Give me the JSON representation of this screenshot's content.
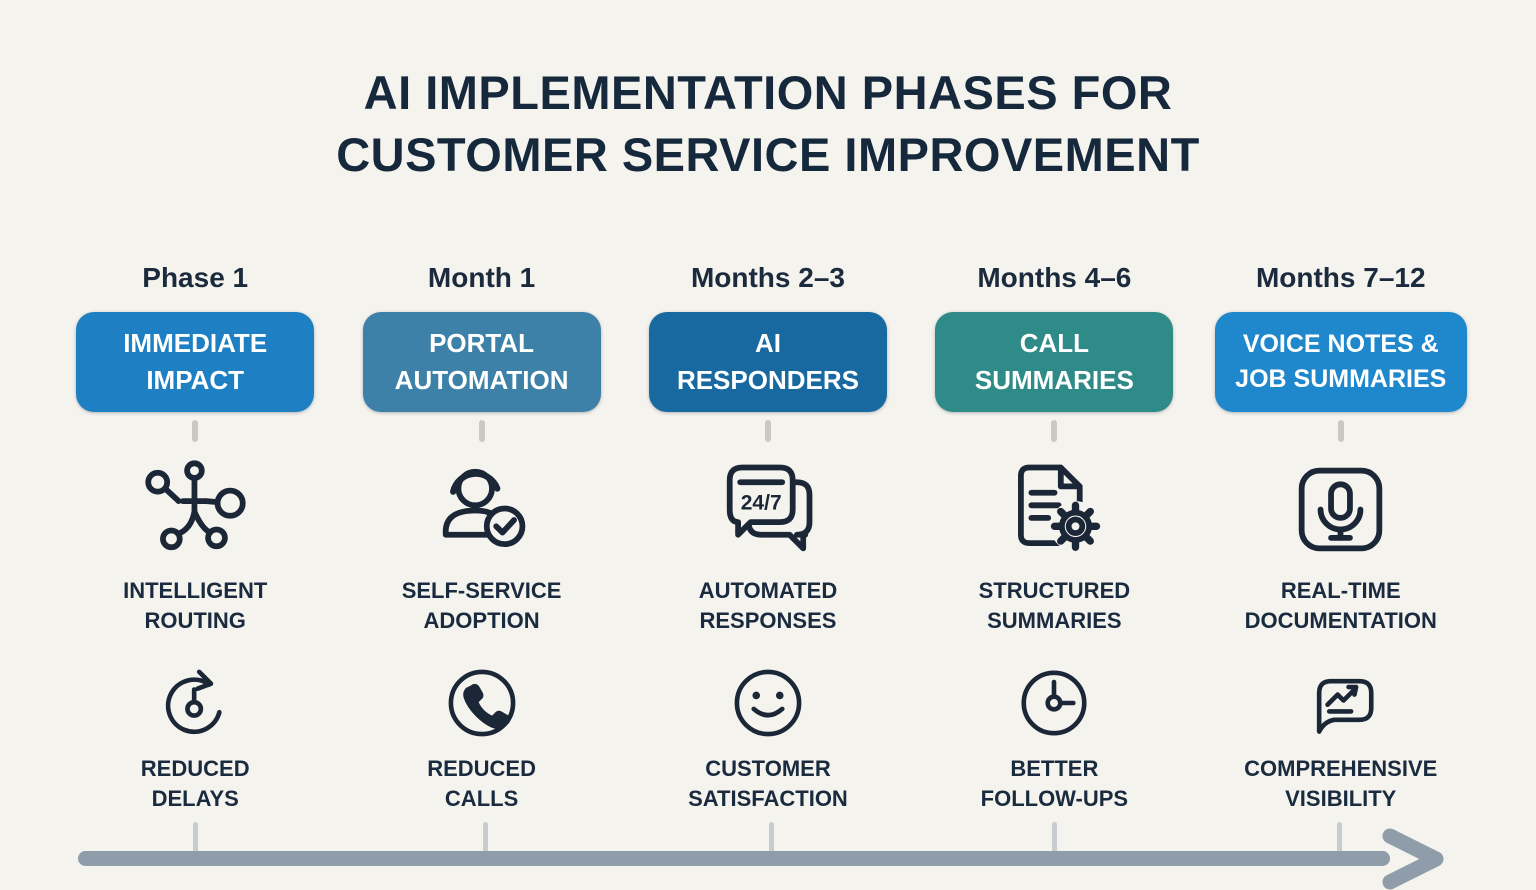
{
  "title": {
    "line1": "AI IMPLEMENTATION PHASES FOR",
    "line2": "CUSTOMER SERVICE IMPROVEMENT"
  },
  "colors": {
    "background": "#f5f3ee",
    "text_dark": "#16283c",
    "badge_text": "#ffffff",
    "icon_stroke": "#1b2736",
    "connector": "#c9c8c3",
    "timeline": "#8e9da9"
  },
  "columns": [
    {
      "period": "Phase 1",
      "badge_lines": [
        "IMMEDIATE",
        "IMPACT"
      ],
      "badge_color": "#1e80c2",
      "items": [
        {
          "icon": "network-routing-icon",
          "label_lines": [
            "INTELLIGENT",
            "ROUTING"
          ]
        },
        {
          "icon": "clock-refresh-icon",
          "label_lines": [
            "REDUCED",
            "DELAYS"
          ]
        }
      ]
    },
    {
      "period": "Month 1",
      "badge_lines": [
        "PORTAL",
        "AUTOMATION"
      ],
      "badge_color": "#3d80a8",
      "items": [
        {
          "icon": "headset-agent-check-icon",
          "label_lines": [
            "SELF-SERVICE",
            "ADOPTION"
          ]
        },
        {
          "icon": "phone-circle-icon",
          "label_lines": [
            "REDUCED",
            "CALLS"
          ]
        }
      ]
    },
    {
      "period": "Months 2–3",
      "badge_lines": [
        "AI",
        "RESPONDERS"
      ],
      "badge_color": "#17699f",
      "items": [
        {
          "icon": "chat-bubbles-icon",
          "icon_text": "24/7",
          "label_lines": [
            "AUTOMATED",
            "RESPONSES"
          ]
        },
        {
          "icon": "smiley-face-icon",
          "label_lines": [
            "CUSTOMER",
            "SATISFACTION"
          ]
        }
      ]
    },
    {
      "period": "Months 4–6",
      "badge_lines": [
        "CALL",
        "SUMMARIES"
      ],
      "badge_color": "#2f8b87",
      "items": [
        {
          "icon": "document-gear-icon",
          "label_lines": [
            "STRUCTURED",
            "SUMMARIES"
          ]
        },
        {
          "icon": "clock-icon",
          "label_lines": [
            "BETTER",
            "FOLLOW-UPS"
          ]
        }
      ]
    },
    {
      "period": "Months 7–12",
      "badge_lines": [
        "VOICE NOTES &",
        "JOB SUMMARIES"
      ],
      "badge_color": "#1f87cb",
      "items": [
        {
          "icon": "microphone-icon",
          "label_lines": [
            "REAL-TIME",
            "DOCUMENTATION"
          ]
        },
        {
          "icon": "chart-bubble-icon",
          "label_lines": [
            "COMPREHENSIVE",
            "VISIBILITY"
          ]
        }
      ]
    }
  ]
}
